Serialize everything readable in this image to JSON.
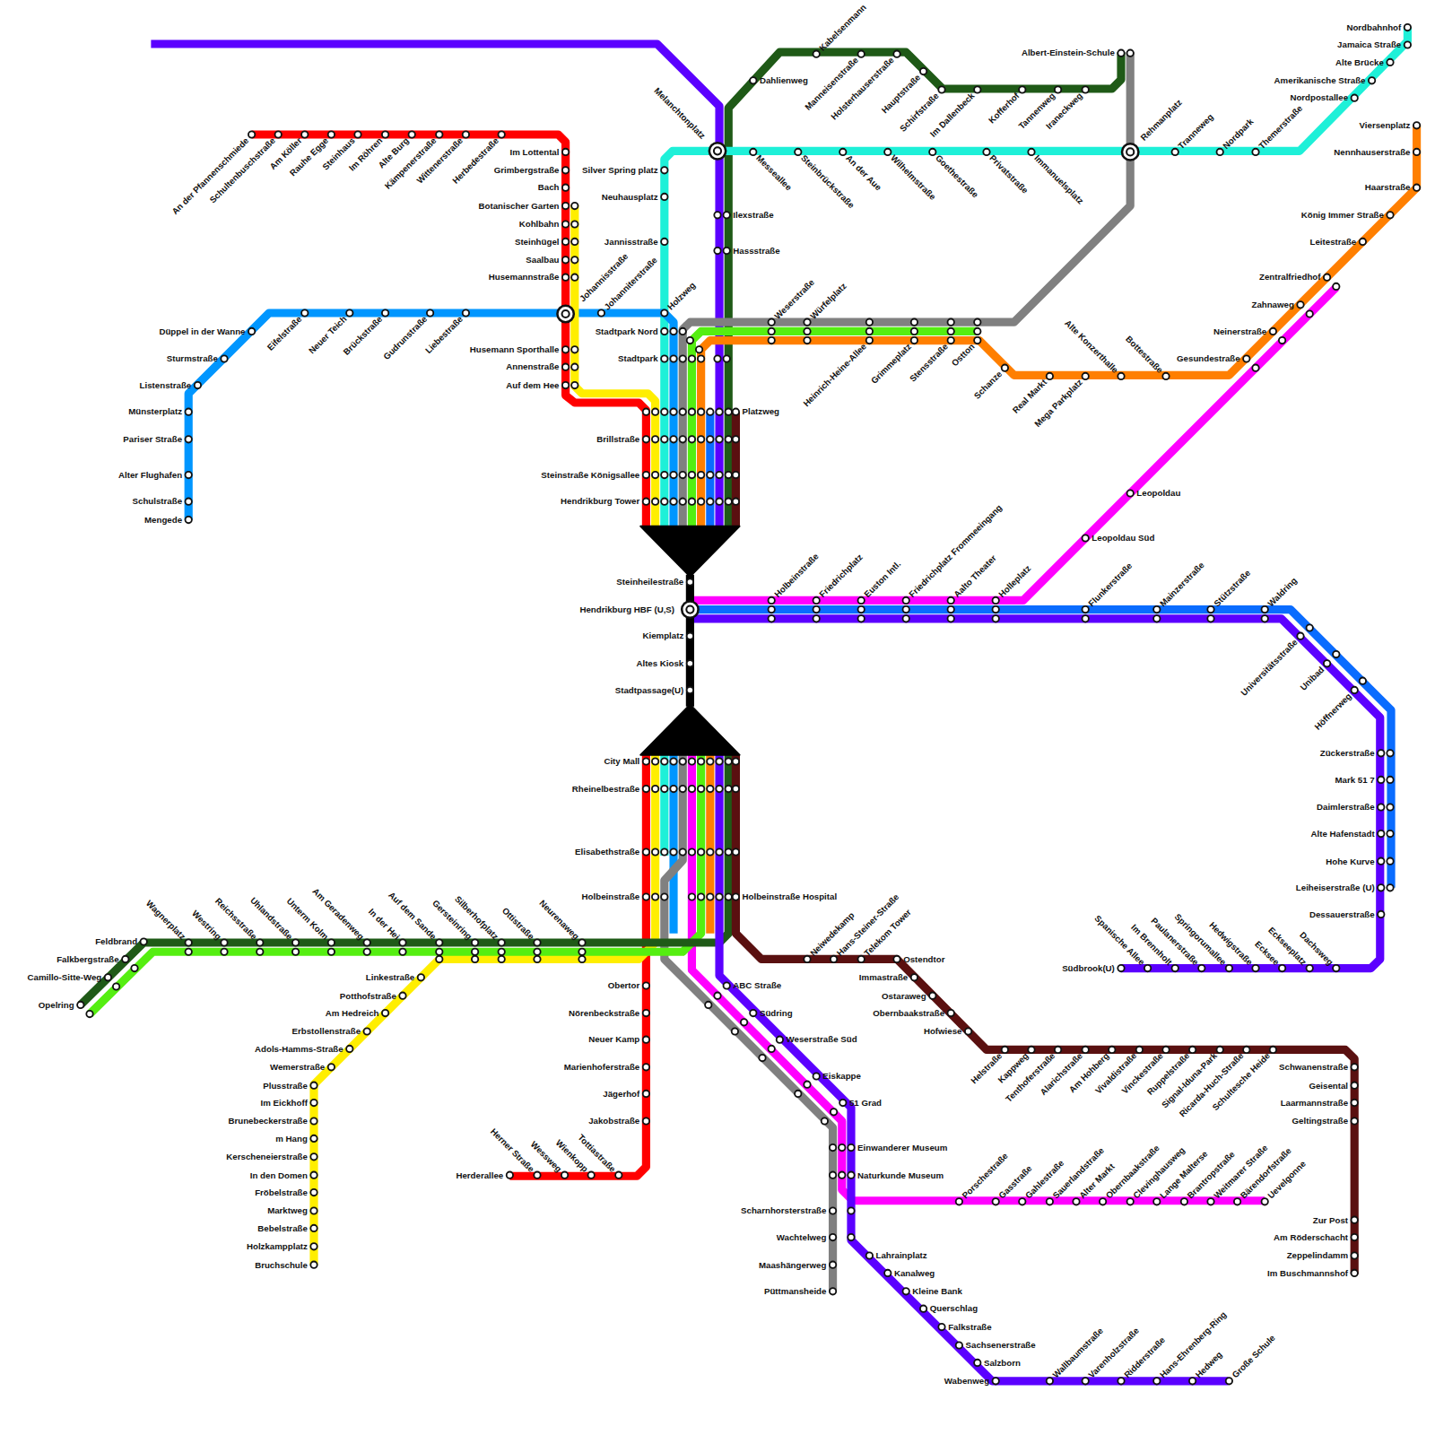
{
  "diagram": {
    "labels": [
      "An der Pfannenschmiede",
      "Schultenbuschstraße",
      "Am Köller",
      "Rauhe Egge",
      "Steinhaus",
      "Im Röhren",
      "Alte Burg",
      "Kämpenerstraße",
      "Wittenerstraße",
      "Herbedestraße",
      "Im Lottental",
      "Grimbergstraße",
      "Bach",
      "Botanischer Garten",
      "Kohlbahn",
      "Steinhügel",
      "Saalbau",
      "Husemannstraße",
      "Johannisstraße",
      "Husemann Sporthalle",
      "Annenstraße",
      "Auf dem Hee",
      "Düppel in der Wanne",
      "Sturmstraße",
      "Listenstraße",
      "Münsterplatz",
      "Pariser Straße",
      "Alter Flughafen",
      "Schulstraße",
      "Mengede",
      "Eifelstraße",
      "Neuer Teich",
      "Brückstraße",
      "Gudrunstraße",
      "Liebestraße",
      "Johanniterstraße",
      "Holzweg",
      "Silver Spring platz",
      "Neuhausplatz",
      "Jannisstraße",
      "Melanchtonplatz",
      "Messeallee",
      "Steinbrückstraße",
      "An der Aue",
      "Wilhelmstraße",
      "Goethestraße",
      "Privatstraße",
      "Immanuelsplatz",
      "Rehmanplatz",
      "Tranneweg",
      "Nordpark",
      "Themerstraße",
      "Nordpostallee",
      "Amerikanische Straße",
      "Alte Brücke",
      "Jamaica Straße",
      "Nordbahnhof",
      "Ilexstraße",
      "Hassstraße",
      "Dahlienweg",
      "Kabelsenmann",
      "Manneisenstraße",
      "Holsterhauserstraße",
      "Hauptstraße",
      "Schirfstraße",
      "Im Dallenbeck",
      "Kofferhof",
      "Tannenweg",
      "Iraneckweg",
      "Albert-Einstein-Schule",
      "Weserstraße",
      "Würfelplatz",
      "Heinrich-Heine-Allee",
      "Grimmeplatz",
      "Stensstraße",
      "Ostton",
      "Schanze",
      "Real Markt",
      "Mega Parkplatz",
      "Alte Konzerthalle",
      "Bottestraße",
      "Gesundestraße",
      "Neinerstraße",
      "Zahnaweg",
      "Zentralfriedhof",
      "Leitestraße",
      "König Immer Straße",
      "Haarstraße",
      "Nennhauserstraße",
      "Viersenplatz",
      "Stadtpark Nord",
      "Stadtpark",
      "Platzweg",
      "Brillstraße",
      "Steinstraße Königsallee",
      "Hendrikburg Tower",
      "Steinheilestraße",
      "Hendrikburg HBF (U,S)",
      "Kiemplatz",
      "Altes Kiosk",
      "Stadtpassage(U)",
      "City Mall",
      "Rheinelbestraße",
      "Elisabethstraße",
      "Holbeinstraße",
      "Holbeinstraße Hospital",
      "Holbeinstraße",
      "Friedrichplatz",
      "Euston Intl.",
      "Friedrichplatz Frommeeingang",
      "Aalto Theater",
      "Holleplatz",
      "Flunkerstraße",
      "Mainzerstraße",
      "Stützstraße",
      "Waldring",
      "Leopoldau",
      "Leopoldau Süd",
      "Universitätsstraße",
      "Unibad",
      "Höffnerweg",
      "Zückerstraße",
      "Mark 51 7",
      "Daimlerstraße",
      "Alte Hafenstadt",
      "Hohe Kurve",
      "Leiheiserstraße (U)",
      "Dessauerstraße",
      "Südbrook(U)",
      "Spanische Allee",
      "Im Brennholt",
      "Paulanerstraße",
      "Springorumallee",
      "Hedwigstraße",
      "Ecksee",
      "Eckseeplatz",
      "Dachsweg",
      "Obertor",
      "Nörenbeckstraße",
      "Neuer Kamp",
      "Marienhoferstraße",
      "Jägerhof",
      "Jakobstraße",
      "Herderallee",
      "Herner Straße",
      "Wessweg",
      "Wienkopp",
      "Tottiastraße",
      "Linkestraße",
      "Potthofstraße",
      "Am Hedreich",
      "Erbstollenstraße",
      "Adols-Hamms-Straße",
      "Wemerstraße",
      "Plusstraße",
      "Im Eickhoff",
      "Brunebeckerstraße",
      "m Hang",
      "Kerscheneierstraße",
      "In den Domen",
      "Fröbelstraße",
      "Marktweg",
      "Bebelstraße",
      "Holzkampplatz",
      "Bruchschule",
      "Feldbrand",
      "Falkbergstraße",
      "Camillo-Sitte-Weg",
      "Opelring",
      "Wagnerplatz",
      "Westring",
      "Reichsstraße",
      "Uhlandstraße",
      "Unterm Kolm",
      "Am Geradenweg",
      "In der Hei",
      "Auf dem Sande",
      "Gersteinring",
      "Silberhofplatz",
      "Ottistraße",
      "Neurenaweg",
      "Einwanderer Museum",
      "Naturkunde Museum",
      "Scharnhorsterstraße",
      "Wachtelweg",
      "Maashängerweg",
      "Püttmansheide",
      "ABC Straße",
      "Südring",
      "Weserstraße Süd",
      "Eiskappe",
      "51 Grad",
      "Lahrainplatz",
      "Kanalweg",
      "Kleine Bank",
      "Querschlag",
      "Falkstraße",
      "Sachsenerstraße",
      "Salzborn",
      "Wabenweg",
      "Wallbaumstraße",
      "Varenholzstraße",
      "Ridderstraße",
      "Hans-Ehrenberg-Ring",
      "Hedweg",
      "Große Schule",
      "Porschestraße",
      "Gasstraße",
      "Gahlestraße",
      "Sauerlandstraße",
      "Alter Markt",
      "Obernbaakstraße",
      "Clevinghausweg",
      "Lange Malterse",
      "Brantropstraße",
      "Weitmarer Straße",
      "Bärendorfstraße",
      "Uevelgonne",
      "Neiwedekamp",
      "Hans-Steiner-Straße",
      "Telekom Tower",
      "Ostendtor",
      "Immastraße",
      "Ostaraweg",
      "Obernbaakstraße",
      "Hofwiese",
      "Helstraße",
      "Kappweg",
      "Tenthoferstraße",
      "Alarichstraße",
      "Am Hohberg",
      "Vivaldistraße",
      "Vinckestraße",
      "Ruppelstraße",
      "Signal-Iduna-Park",
      "Ricarda-Huch-Straße",
      "Schultesche Heide",
      "Schwanenstraße",
      "Geisental",
      "Laarmannstraße",
      "Geltingstraße",
      "Zur Post",
      "Am Röderschacht",
      "Zeppelindamm",
      "Im Buschmannshof"
    ]
  }
}
